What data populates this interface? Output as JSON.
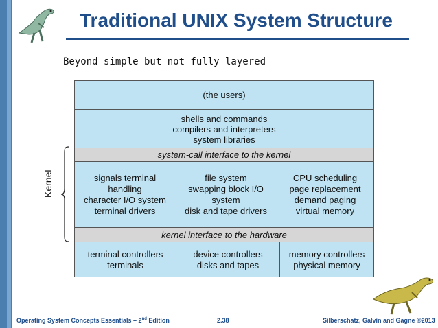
{
  "slide": {
    "title": "Traditional UNIX System Structure",
    "subtitle": "Beyond simple but not fully layered",
    "kernel_label": "Kernel"
  },
  "diagram": {
    "users": "(the users)",
    "shells": [
      "shells and commands",
      "compilers and interpreters",
      "system libraries"
    ],
    "syscall_interface": "system-call interface to the kernel",
    "kernel_columns": [
      [
        "signals terminal",
        "handling",
        "character I/O system",
        "terminal drivers"
      ],
      [
        "file system",
        "swapping block I/O",
        "system",
        "disk and tape drivers"
      ],
      [
        "CPU scheduling",
        "page replacement",
        "demand paging",
        "virtual memory"
      ]
    ],
    "hardware_interface": "kernel interface to the hardware",
    "hardware_columns": [
      [
        "terminal controllers",
        "terminals"
      ],
      [
        "device controllers",
        "disks and tapes"
      ],
      [
        "memory controllers",
        "physical memory"
      ]
    ]
  },
  "footer": {
    "book": "Operating System Concepts Essentials – 2",
    "book_sup": "nd",
    "book_suffix": " Edition",
    "page": "2.38",
    "authors": "Silberschatz, Galvin and Gagne ©2013"
  },
  "colors": {
    "accent": "#1f4e8a",
    "layer_fill": "#bfe3f2",
    "interface_fill": "#d6d6d6",
    "sidebar": "#4a7fb0"
  },
  "icons": [
    "dinosaur-logo-icon",
    "dinosaur-corner-icon"
  ]
}
